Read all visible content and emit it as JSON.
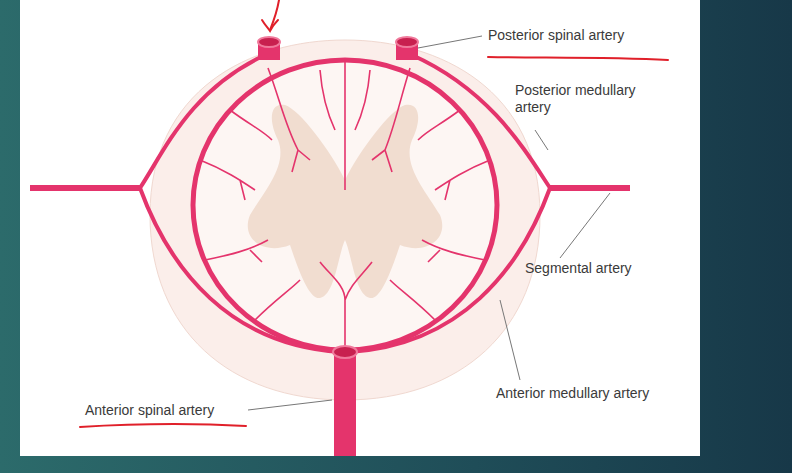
{
  "diagram": {
    "labels": [
      "Posterior spinal artery",
      "Posterior medullary artery",
      "Segmental artery",
      "Anterior medullary artery",
      "Anterior spinal artery"
    ]
  }
}
